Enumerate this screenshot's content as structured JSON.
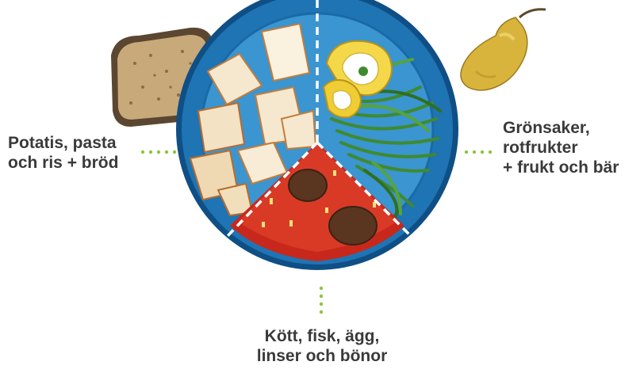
{
  "labels": {
    "carbs": [
      "Potatis, pasta",
      "och ris + bröd"
    ],
    "vegetables": [
      "Grönsaker,",
      "rotfrukter",
      "+ frukt och bär"
    ],
    "protein": [
      "Kött, fisk, ägg,",
      "linser och bönor"
    ]
  },
  "colors": {
    "plate_outer": "#1f74b3",
    "plate_inner": "#3a95d0",
    "plate_rim": "#0f4f85",
    "divider": "#ffffff",
    "dotted_leader": "#8cc63f",
    "label_text": "#3a3a3a",
    "bread": "#c8a97a",
    "pear": "#d9b43c",
    "potato": "#f6e8cf",
    "beans": "#3f8a2e",
    "pepper": "#f4d84a",
    "sauce": "#c8281b",
    "meatball": "#5a3520"
  },
  "icons": [
    "bread-slice-icon",
    "pear-icon",
    "potato-wedges-icon",
    "green-beans-icon",
    "yellow-pepper-icon",
    "meatball-icon"
  ]
}
